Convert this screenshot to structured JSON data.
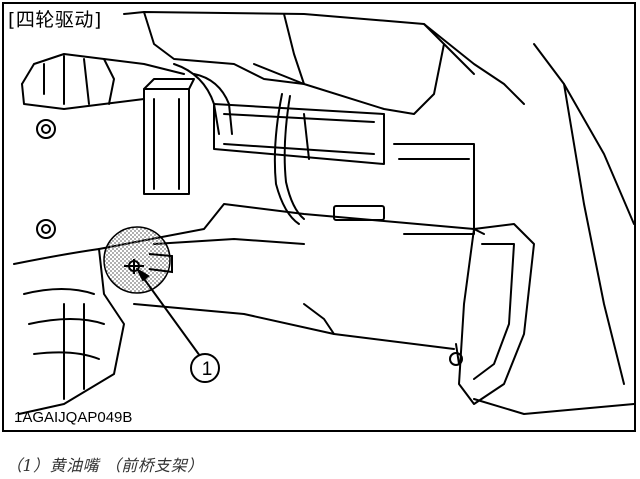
{
  "figure": {
    "section_tag": "[四轮驱动]",
    "drawing_code": "1AGAIJQAP049B",
    "callout_number": "1"
  },
  "caption": {
    "text": "（1）黄油嘴 （前桥支架）"
  },
  "colors": {
    "line": "#000000",
    "background": "#ffffff",
    "highlight_stipple": "#9a9a9a",
    "caption": "#333333"
  }
}
